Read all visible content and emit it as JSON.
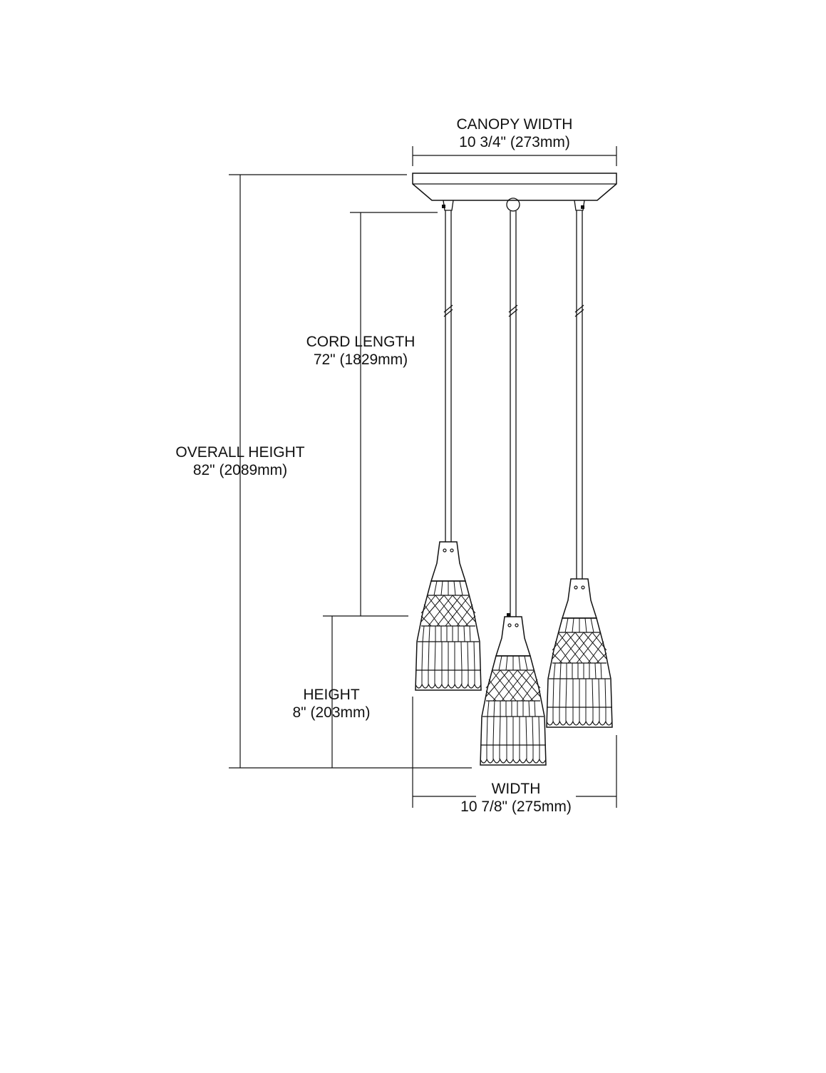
{
  "dimensions": {
    "canopy_width": {
      "title": "CANOPY WIDTH",
      "value": "10 3/4\" (273mm)"
    },
    "cord_length": {
      "title": "CORD LENGTH",
      "value": "72\" (1829mm)"
    },
    "overall_height": {
      "title": "OVERALL HEIGHT",
      "value": "82\" (2089mm)"
    },
    "height": {
      "title": "HEIGHT",
      "value": "8\" (203mm)"
    },
    "width": {
      "title": "WIDTH",
      "value": "10 7/8\" (275mm)"
    }
  },
  "fixture": {
    "pendant_count": 3
  },
  "colors": {
    "line": "#111111",
    "background": "#ffffff"
  }
}
